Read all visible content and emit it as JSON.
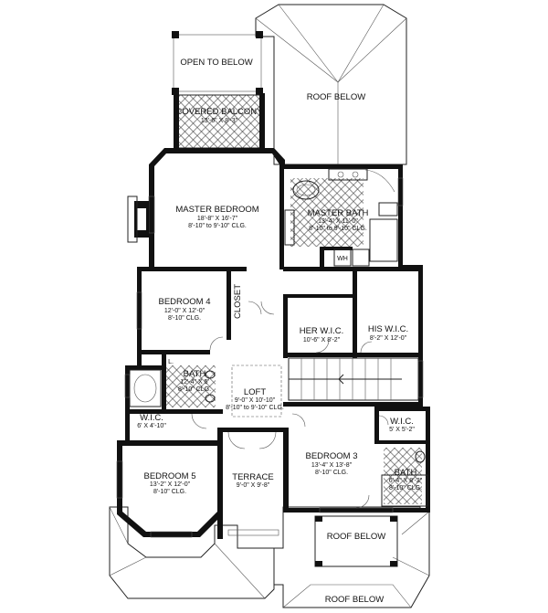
{
  "rooms": {
    "open_to_below": {
      "name": "OPEN TO BELOW"
    },
    "roof_below_top": {
      "name": "ROOF BELOW"
    },
    "covered_balcony": {
      "name": "COVERED BALCONY",
      "dim": "13'-6\" X 8'-3\""
    },
    "master_bedroom": {
      "name": "MASTER BEDROOM",
      "dim": "18'-8\" X 16'-7\"",
      "clg": "8'-10\" to 9'-10\" CLG."
    },
    "master_bath": {
      "name": "MASTER BATH",
      "dim": "13'-4\" X 11'-0\"",
      "clg": "8'-10\" to 9'-10\" CLG."
    },
    "wh": {
      "name": "WH"
    },
    "bedroom4": {
      "name": "BEDROOM 4",
      "dim": "12'-0\" X 12'-0\"",
      "clg": "8'-10\" CLG."
    },
    "closet": {
      "name": "CLOSET"
    },
    "her_wic": {
      "name": "HER W.I.C.",
      "dim": "10'-6\" X 8'-2\""
    },
    "his_wic": {
      "name": "HIS W.I.C.",
      "dim": "8'-2\" X 12'-0\""
    },
    "linen": {
      "name": "L."
    },
    "bath_a": {
      "name": "BATH",
      "dim": "12'-4\" X 5'",
      "clg": "8'-10\" CLG."
    },
    "loft": {
      "name": "LOFT",
      "dim": "9'-0\" X 10'-10\"",
      "clg": "8'-10\" to 9'-10\" CLG."
    },
    "wic_left": {
      "name": "W.I.C.",
      "dim": "6' X 4'-10\""
    },
    "wic_right": {
      "name": "W.I.C.",
      "dim": "5' X 5'-2\""
    },
    "bedroom3": {
      "name": "BEDROOM 3",
      "dim": "13'-4\" X 13'-8\"",
      "clg": "8'-10\" CLG."
    },
    "bath_b": {
      "name": "BATH",
      "dim": "6'-4\" X 8'-2\"",
      "clg": "8'-10\" CLG."
    },
    "bedroom5": {
      "name": "BEDROOM 5",
      "dim": "13'-2\" X 12'-0\"",
      "clg": "8'-10\" CLG."
    },
    "terrace": {
      "name": "TERRACE",
      "dim": "9'-0\" X 9'-8\""
    },
    "roof_below_mid": {
      "name": "ROOF BELOW"
    },
    "roof_below_bottom": {
      "name": "ROOF BELOW"
    }
  }
}
